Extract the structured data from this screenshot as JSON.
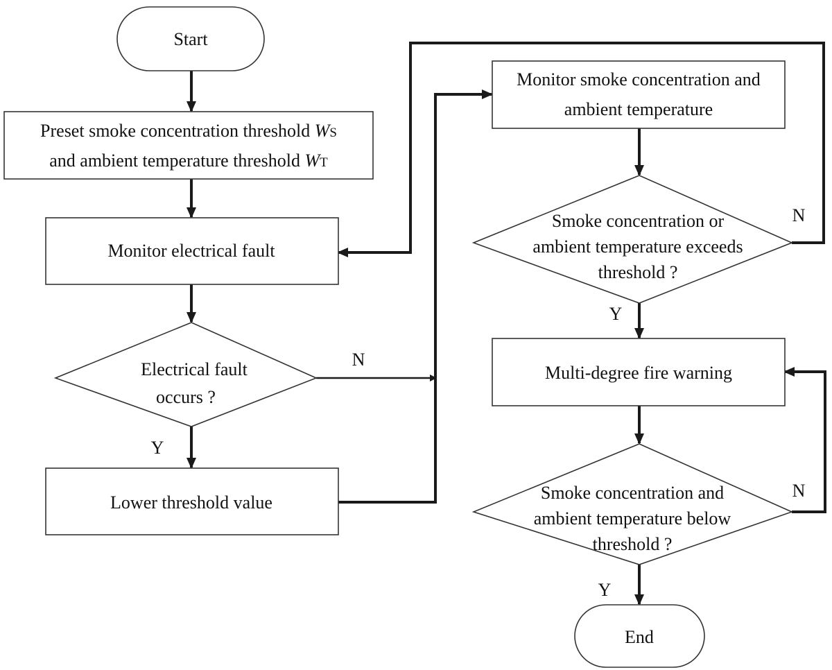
{
  "nodes": {
    "start": "Start",
    "preset_line1_pre": "Preset smoke concentration threshold ",
    "preset_ws_italic": "W",
    "preset_ws_sub": "S",
    "preset_line2_pre": "and ambient temperature threshold ",
    "preset_wt_italic": "W",
    "preset_wt_sub": "T",
    "monitor_fault": "Monitor electrical fault",
    "fault_decision_line1": "Electrical fault",
    "fault_decision_line2": "occurs ?",
    "lower_threshold": "Lower threshold value",
    "monitor_smoke_line1": "Monitor smoke concentration and",
    "monitor_smoke_line2": "ambient temperature",
    "exceed_decision_line1": "Smoke concentration or",
    "exceed_decision_line2": "ambient temperature exceeds",
    "exceed_decision_line3": "threshold ?",
    "fire_warning": "Multi-degree fire warning",
    "below_decision_line1": "Smoke concentration and",
    "below_decision_line2": "ambient temperature below",
    "below_decision_line3": "threshold ?",
    "end": "End"
  },
  "edge_labels": {
    "fault_no": "N",
    "fault_yes": "Y",
    "exceed_no": "N",
    "exceed_yes": "Y",
    "below_no": "N",
    "below_yes": "Y"
  },
  "colors": {
    "line": "#1a1a1a",
    "border": "#333333",
    "background": "#ffffff"
  }
}
